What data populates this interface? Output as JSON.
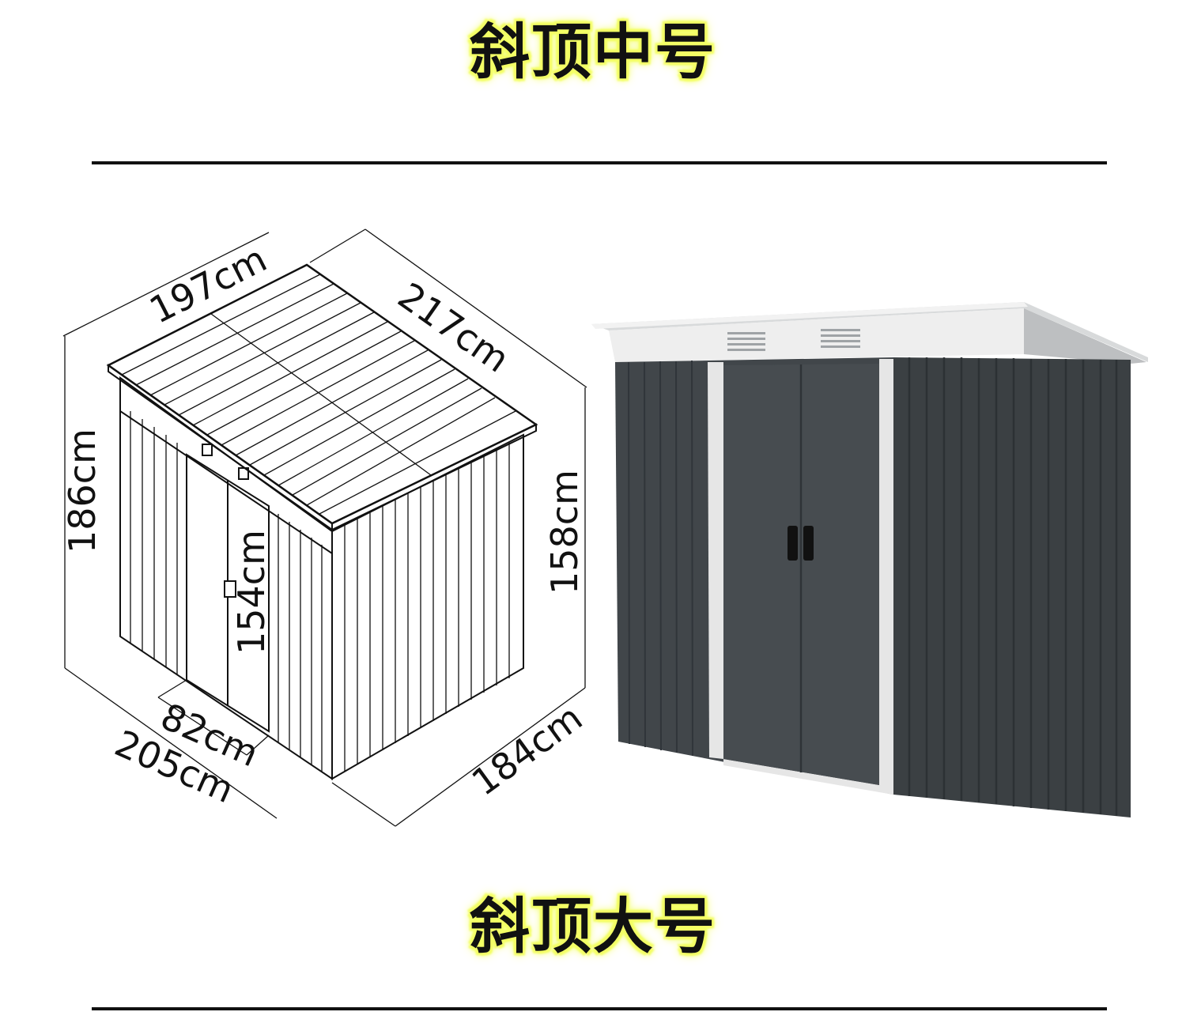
{
  "titles": {
    "top": "斜顶中号",
    "bottom": "斜顶大号"
  },
  "dimensions": {
    "top_left": "197cm",
    "top_right": "217cm",
    "left_height": "186cm",
    "right_height": "158cm",
    "door_height": "154cm",
    "door_width": "82cm",
    "front_width": "205cm",
    "side_depth": "184cm"
  },
  "colors": {
    "shed_body": "#3f4346",
    "shed_trim": "#e8e8e8",
    "highlight": "#f4ff6a",
    "line": "#111111"
  }
}
